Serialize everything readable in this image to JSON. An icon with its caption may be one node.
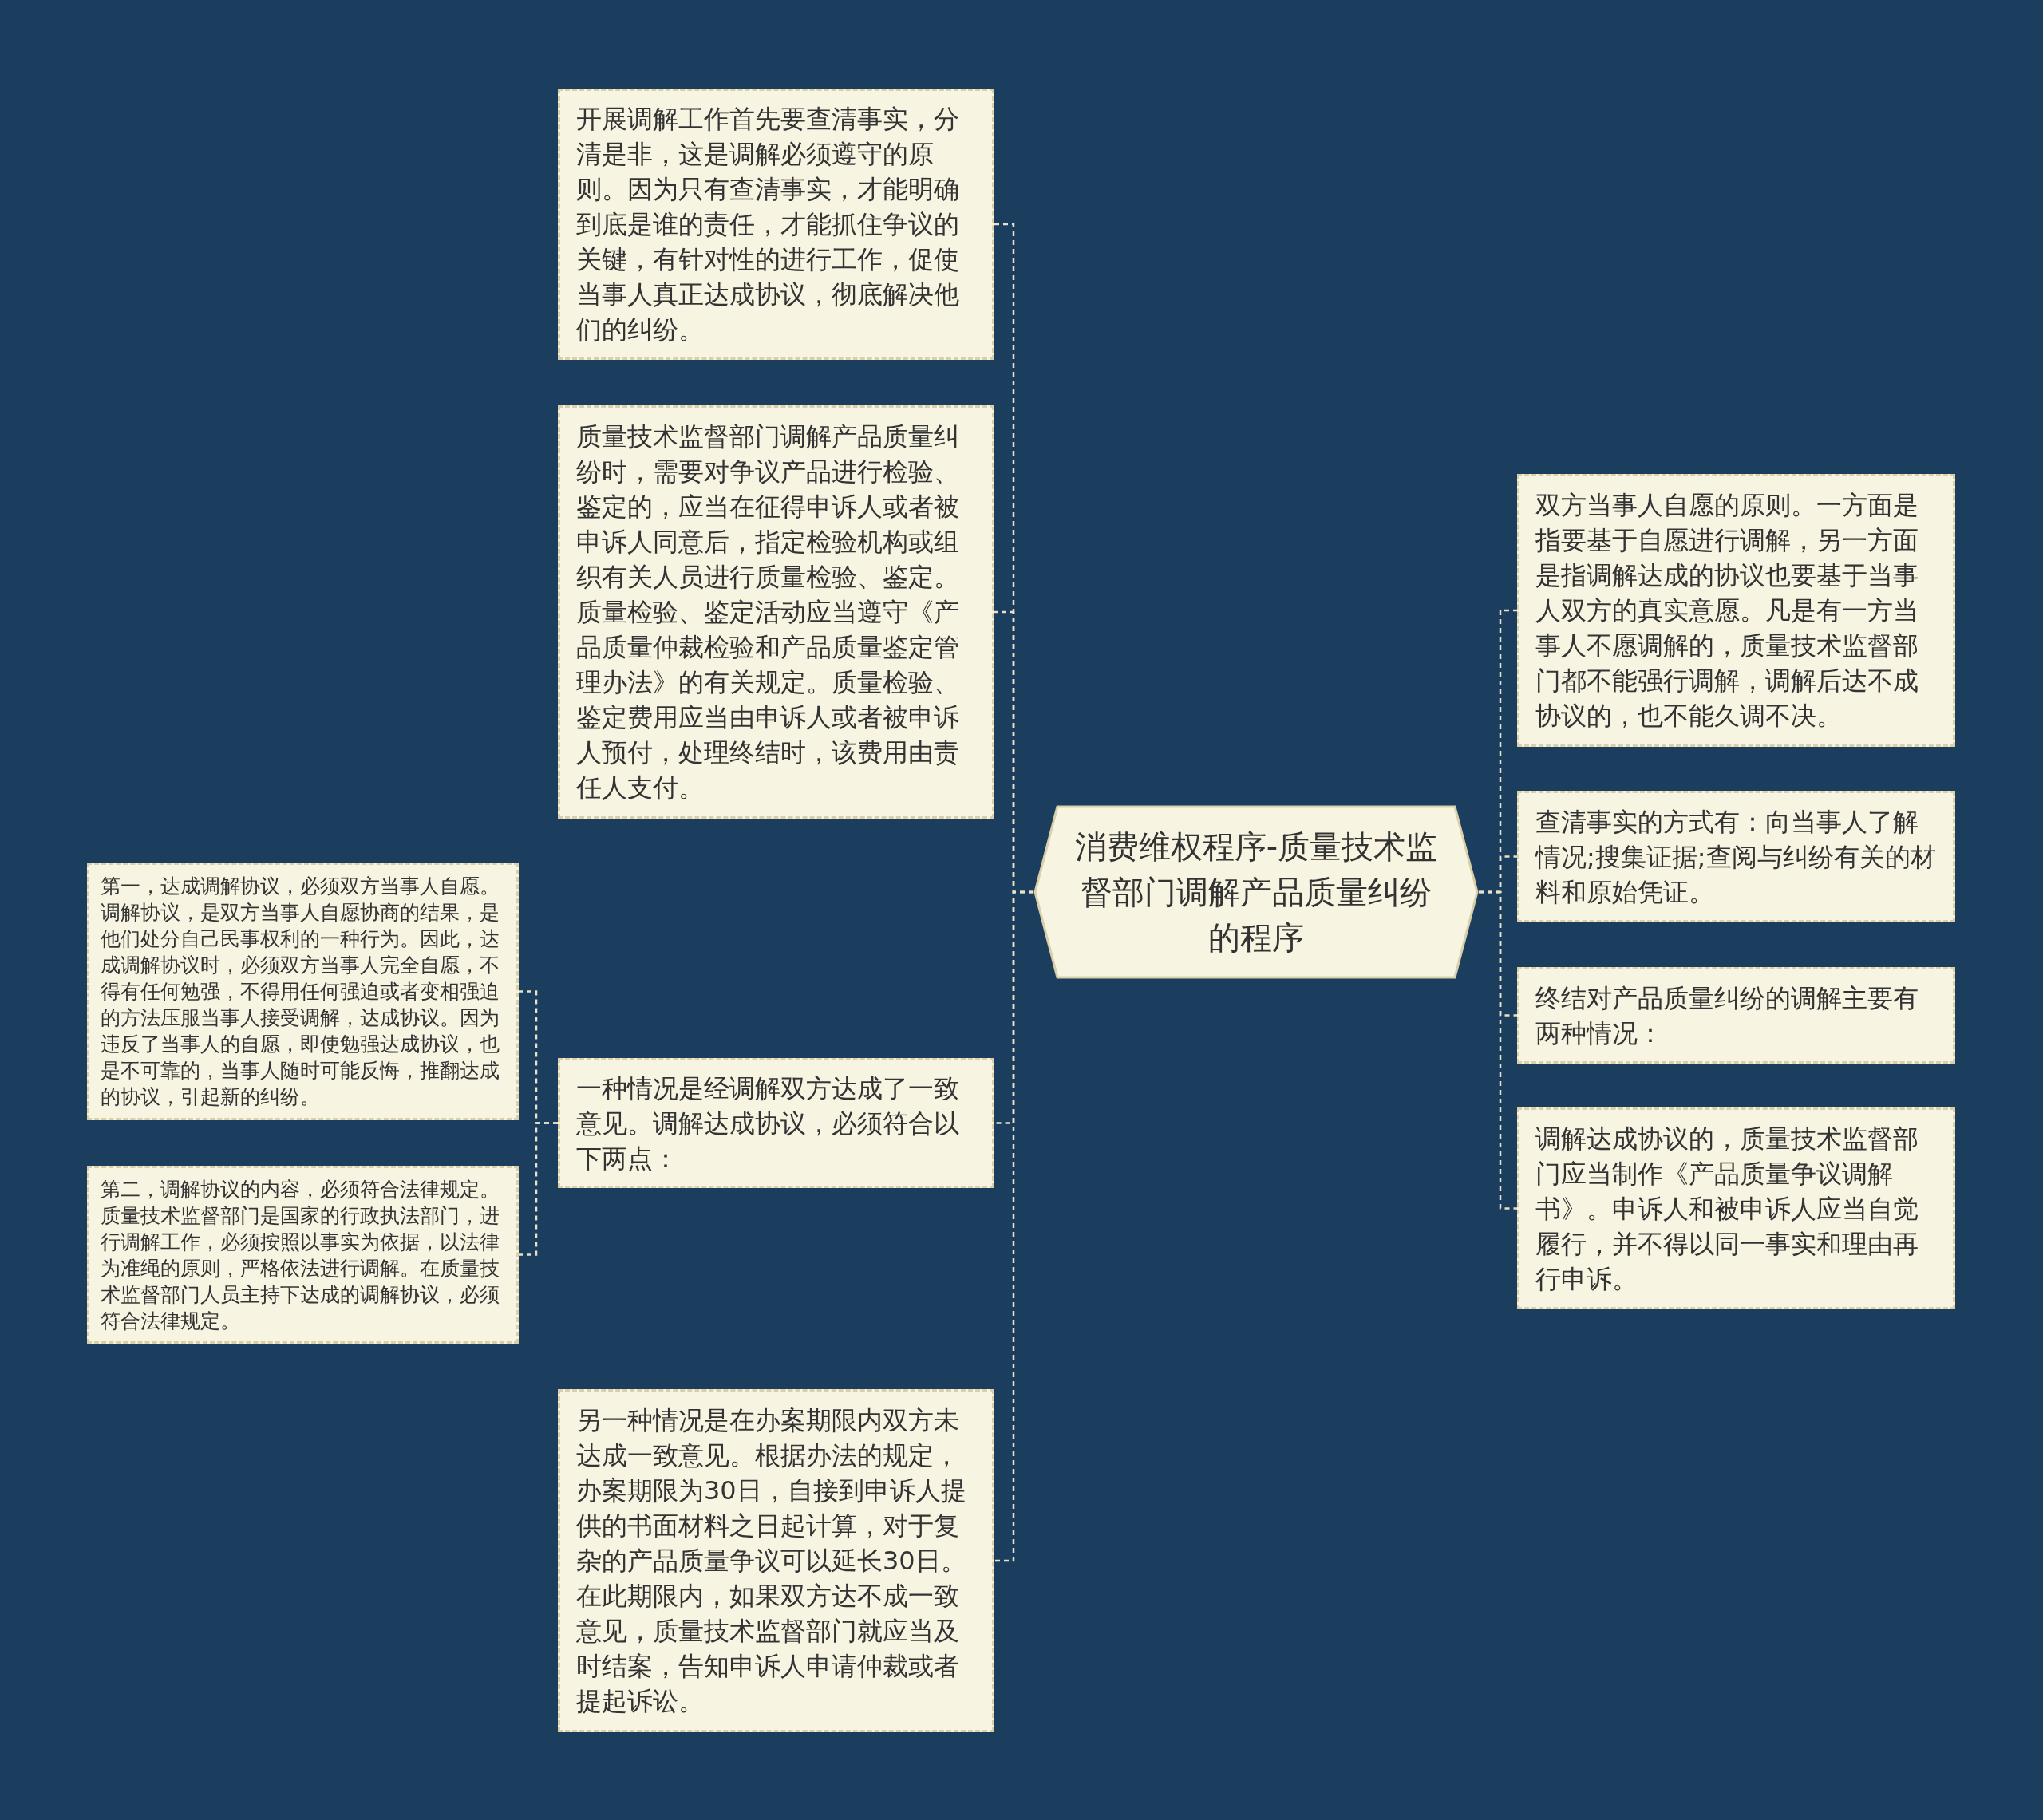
{
  "diagram": {
    "nodes": [
      {
        "text": [
          "消费维权程序-质量技术监督部门调解产品质量纠纷的程序"
        ]
      },
      {
        "text": [
          "开展调解工作首先要查清事实，分清是非，这是调解必须遵守的原则。因为只有查清事实，才能明确到底是谁的责任，才能抓住争议的关键，有针对性的进行工作，促使当事人真正达成协议，彻底解决他们的纠纷。"
        ]
      },
      {
        "text": [
          "质量技术监督部门调解产品质量纠纷时，需要对争议产品进行检验、鉴定的，应当在征得申诉人或者被申诉人同意后，指定检验机构或组织有关人员进行质量检验、鉴定。质量检验、鉴定活动应当遵守《产品质量仲裁检验和产品质量鉴定管理办法》的有关规定。质量检验、鉴定费用应当由申诉人或者被申诉人预付，处理终结时，该费用由责任人支付。"
        ]
      },
      {
        "text": [
          "一种情况是经调解双方达成了一致意见。调解达成协议，必须符合以下两点："
        ]
      },
      {
        "text": [
          "第一，达成调解协议，必须双方当事人自愿。调解协议，是双方当事人自愿协商的结果，是他们处分自己民事权利的一种行为。因此，达成调解协议时，必须双方当事人完全自愿，不得有任何勉强，不得用任何强迫或者变相强迫的方法压服当事人接受调解，达成协议。因为违反了当事人的自愿，即使勉强达成协议，也是不可靠的，当事人随时可能反悔，推翻达成的协议，引起新的纠纷。"
        ]
      },
      {
        "text": [
          "第二，调解协议的内容，必须符合法律规定。质量技术监督部门是国家的行政执法部门，进行调解工作，必须按照以事实为依据，以法律为准绳的原则，严格依法进行调解。在质量技术监督部门人员主持下达成的调解协议，必须符合法律规定。"
        ]
      },
      {
        "text": [
          "另一种情况是在办案期限内双方未达成一致意见。根据办法的规定，办案期限为30日，自接到申诉人提供的书面材料之日起计算，对于复杂的产品质量争议可以延长30日。在此期限内，如果双方达不成一致意见，质量技术监督部门就应当及时结案，告知申诉人申请仲裁或者提起诉讼。"
        ]
      },
      {
        "text": [
          "双方当事人自愿的原则。一方面是指要基于自愿进行调解，另一方面是指调解达成的协议也要基于当事人双方的真实意愿。凡是有一方当事人不愿调解的，质量技术监督部门都不能强行调解，调解后达不成协议的，也不能久调不决。"
        ]
      },
      {
        "text": [
          "查清事实的方式有：向当事人了解情况;搜集证据;查阅与纠纷有关的材料和原始凭证。"
        ]
      },
      {
        "text": [
          "终结对产品质量纠纷的调解主要有两种情况："
        ]
      },
      {
        "text": [
          "调解达成协议的，质量技术监督部门应当制作《产品质量争议调解书》。申诉人和被申诉人应当自觉履行，并不得以同一事实和理由再行申诉。"
        ]
      }
    ],
    "edges": [
      {
        "from": 0,
        "to": 1,
        "arrow": "none"
      },
      {
        "from": 0,
        "to": 2,
        "arrow": "none"
      },
      {
        "from": 0,
        "to": 3,
        "arrow": "none"
      },
      {
        "from": 0,
        "to": 6,
        "arrow": "none"
      },
      {
        "from": 3,
        "to": 4,
        "arrow": "none"
      },
      {
        "from": 3,
        "to": 5,
        "arrow": "none"
      },
      {
        "from": 0,
        "to": 7,
        "arrow": "none"
      },
      {
        "from": 0,
        "to": 8,
        "arrow": "none"
      },
      {
        "from": 0,
        "to": 9,
        "arrow": "none"
      },
      {
        "from": 0,
        "to": 10,
        "arrow": "none"
      }
    ]
  }
}
